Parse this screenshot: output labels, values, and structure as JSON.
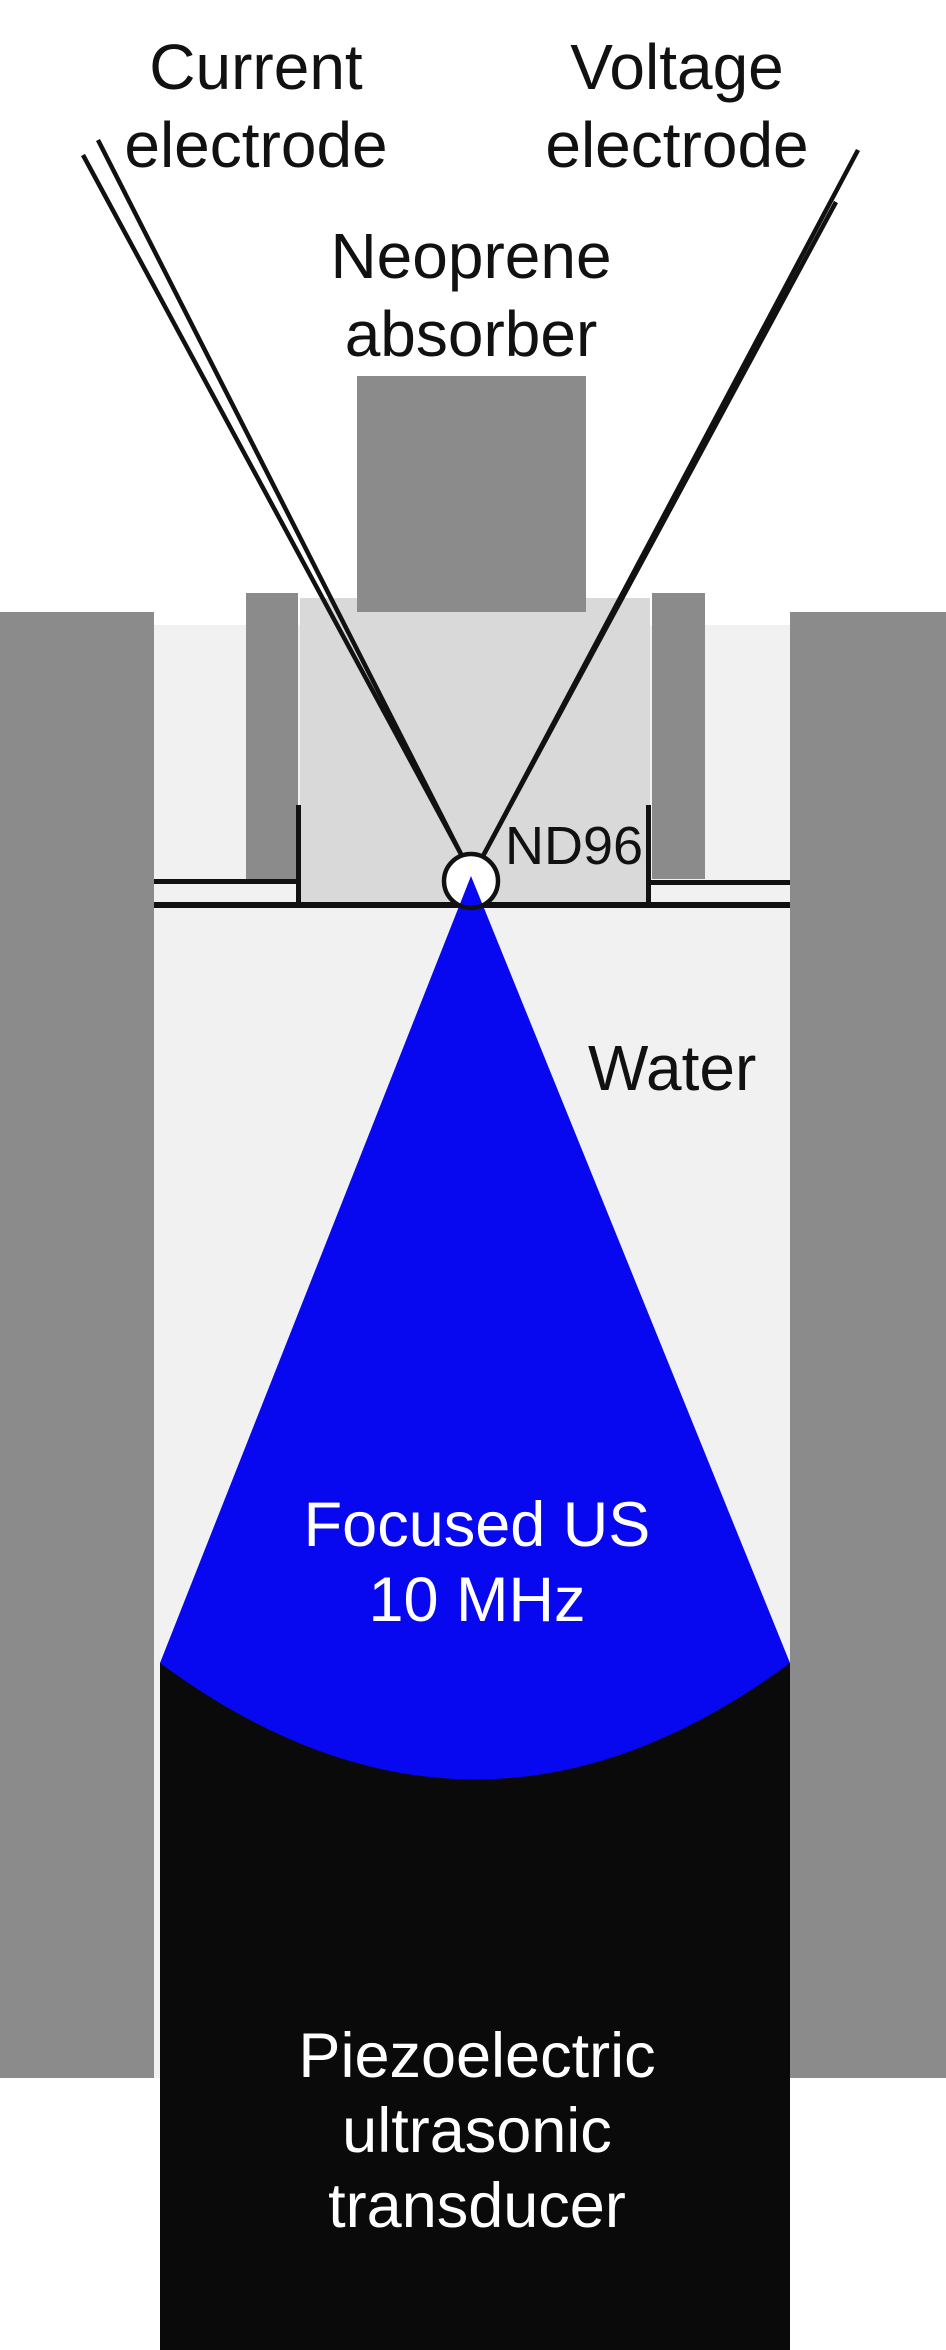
{
  "diagram": {
    "title_implicit": "Focused ultrasound stimulation setup with oocyte recording chamber",
    "labels": {
      "current_electrode": {
        "line1": "Current",
        "line2": "electrode"
      },
      "voltage_electrode": {
        "line1": "Voltage",
        "line2": "electrode"
      },
      "neoprene_absorber": {
        "line1": "Neoprene",
        "line2": "absorber"
      },
      "nd96": "ND96",
      "water": "Water",
      "focused_us": {
        "line1": "Focused US",
        "line2": "10 MHz"
      },
      "transducer": {
        "line1": "Piezoelectric",
        "line2": "ultrasonic",
        "line3": "transducer"
      }
    },
    "beam": {
      "frequency": "10 MHz",
      "type": "Focused US"
    }
  },
  "colors": {
    "beam_blue": "#0808f0",
    "wall_gray": "#8b8b8b",
    "chamber_gray": "#d9d9d9",
    "water_gray": "#f1f1f1",
    "transducer_black": "#0a0a0a",
    "line_black": "#111111",
    "oocyte_fill": "#ffffff"
  }
}
